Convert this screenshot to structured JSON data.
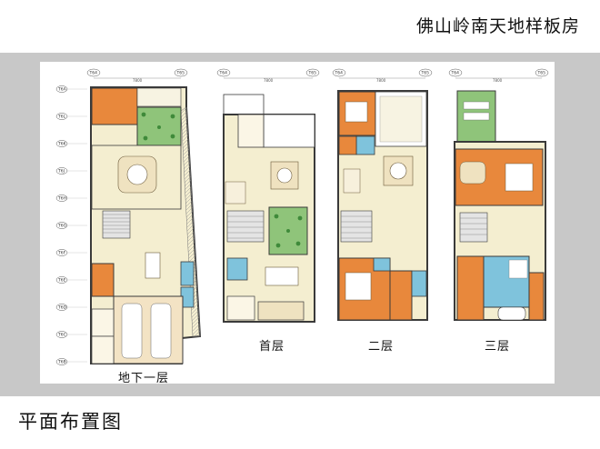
{
  "header": {
    "title": "佛山岭南天地样板房"
  },
  "footer": {
    "title": "平面布置图"
  },
  "floors": [
    {
      "id": "b1",
      "label": "地下一层"
    },
    {
      "id": "f1",
      "label": "首层"
    },
    {
      "id": "f2",
      "label": "二层"
    },
    {
      "id": "f3",
      "label": "三层"
    }
  ],
  "axes": {
    "top_left": "T64",
    "top_right": "T65",
    "left_column": [
      "T6A",
      "T6L",
      "T6K",
      "T6J",
      "T6H",
      "T6G",
      "T6F",
      "T6E",
      "T6D",
      "T6C",
      "T6B"
    ]
  },
  "dimensions": {
    "width_top": "7800"
  },
  "colors": {
    "board": "#c8c8c8",
    "wall": "#3a3a3a",
    "floor_cream": "#f4eed0",
    "room_orange": "#e8883c",
    "garden_green": "#8fc47a",
    "wet_blue": "#7fc3dc",
    "stair_grey": "#e4e4e4",
    "garage_beige": "#f3e3c4"
  }
}
